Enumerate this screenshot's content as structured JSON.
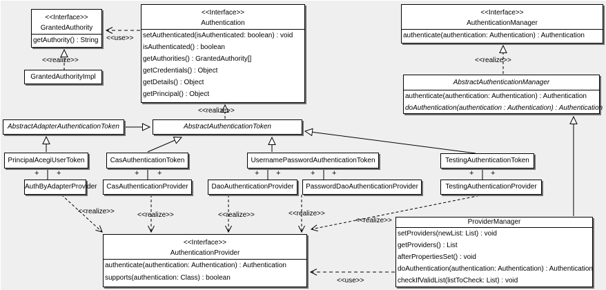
{
  "labels": {
    "use": "&lt;&lt;use&gt;&gt;",
    "use_text": "<<use>>",
    "realize_text": "<<realize>>",
    "plus": "+"
  },
  "classes": {
    "granted_authority": {
      "stereotype": "<<Interface>>",
      "name": "GrantedAuthority",
      "methods": [
        "getAuthority() : String"
      ]
    },
    "granted_authority_impl": {
      "name": "GrantedAuthorityImpl"
    },
    "authentication": {
      "stereotype": "<<Interface>>",
      "name": "Authentication",
      "methods": [
        "setAuthenticated(isAuthenticated: boolean) : void",
        "isAuthenticated() : boolean",
        "getAuthorities() : GrantedAuthority[]",
        "getCredentials() : Object",
        "getDetails() : Object",
        "getPrincipal() : Object"
      ]
    },
    "authentication_manager": {
      "stereotype": "<<Interface>>",
      "name": "AuthenticationManager",
      "methods": [
        "authenticate(authentication: Authentication) : Authentication"
      ]
    },
    "abstract_authentication_manager": {
      "name": "AbstractAuthenticationManager",
      "methods": [
        "authenticate(authentication: Authentication) : Authentication",
        "doAuthentication(authentication : Authentication) : Authentication"
      ]
    },
    "abstract_adapter_authentication_token": {
      "name": "AbstractAdapterAuthenticationToken"
    },
    "abstract_authentication_token": {
      "name": "AbstractAuthenticationToken"
    },
    "principal_acegi_user_token": {
      "name": "PrincipalAcegiUserToken"
    },
    "cas_authentication_token": {
      "name": "CasAuthenticationToken"
    },
    "username_password_authentication_token": {
      "name": "UsernamePasswordAuthenticationToken"
    },
    "testing_authentication_token": {
      "name": "TestingAuthenticationToken"
    },
    "auth_by_adapter_provider": {
      "name": "AuthByAdapterProvider"
    },
    "cas_authentication_provider": {
      "name": "CasAuthenticationProvider"
    },
    "dao_authentication_provider": {
      "name": "DaoAuthenticationProvider"
    },
    "password_dao_authentication_provider": {
      "name": "PasswordDaoAuthenticationProvider"
    },
    "testing_authentication_provider": {
      "name": "TestingAuthenticationProvider"
    },
    "authentication_provider": {
      "stereotype": "<<Interface>>",
      "name": "AuthenticationProvider",
      "methods": [
        "authenticate(authentication: Authentication) : Authentication",
        "supports(authentication: Class) : boolean"
      ]
    },
    "provider_manager": {
      "name": "ProviderManager",
      "methods": [
        "setProviders(newList: List) : void",
        "getProviders() : List",
        "afterPropertiesSet() : void",
        "doAuthentication(authentication: Authentication) : Authentication",
        "checkIfValidList(listToCheck: List) : void"
      ]
    }
  },
  "colors": {
    "background": "#efefef",
    "box_fill": "#ffffff",
    "line": "#000000",
    "shadow": "#6e6e6e"
  }
}
